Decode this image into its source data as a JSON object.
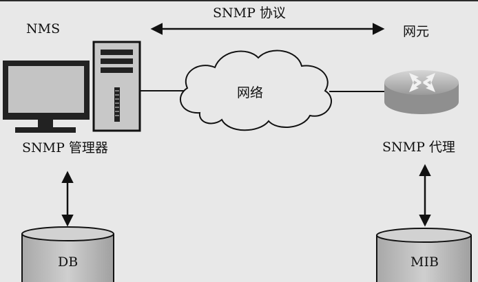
{
  "labels": {
    "nms": "NMS",
    "protocol": "SNMP 协议",
    "network_element": "网元",
    "network": "网络",
    "manager": "SNMP 管理器",
    "agent": "SNMP 代理",
    "db": "DB",
    "mib": "MIB"
  },
  "colors": {
    "background": "#e8e8e8",
    "device_fill": "#bdbdbd",
    "outline": "#111111",
    "frame": "#2b2b2b"
  },
  "icons": [
    "desktop-monitor-icon",
    "server-tower-icon",
    "cloud-icon",
    "router-icon",
    "database-cylinder-icon"
  ]
}
